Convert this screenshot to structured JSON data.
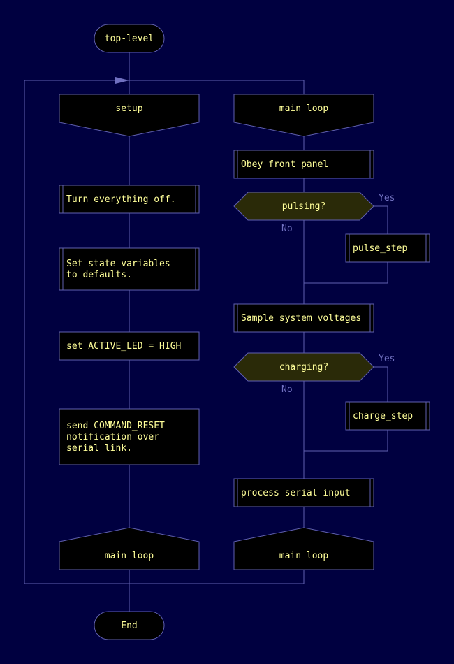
{
  "colors": {
    "background": "#000040",
    "line": "#6060b0",
    "box_fill": "#000000",
    "decision_fill": "#2a2a08",
    "text": "#ffff99",
    "branch_label": "#7070c0"
  },
  "diagram": {
    "start_label": "top-level",
    "end_label": "End",
    "setup": {
      "header": "setup",
      "step_1": "Turn everything off.",
      "step_2_line_1": "Set state variables",
      "step_2_line_2": "to defaults.",
      "step_3": "set ACTIVE_LED = HIGH",
      "step_4_line_1": "send COMMAND_RESET",
      "step_4_line_2": "notification over",
      "step_4_line_3": "serial link.",
      "footer": "main loop"
    },
    "main_loop": {
      "header": "main loop",
      "step_1": "Obey front panel",
      "decision_1": "pulsing?",
      "decision_1_yes": "Yes",
      "decision_1_no": "No",
      "subroutine_1": "pulse_step",
      "step_2": "Sample system voltages",
      "decision_2": "charging?",
      "decision_2_yes": "Yes",
      "decision_2_no": "No",
      "subroutine_2": "charge_step",
      "step_3": "process serial input",
      "footer": "main loop"
    }
  }
}
